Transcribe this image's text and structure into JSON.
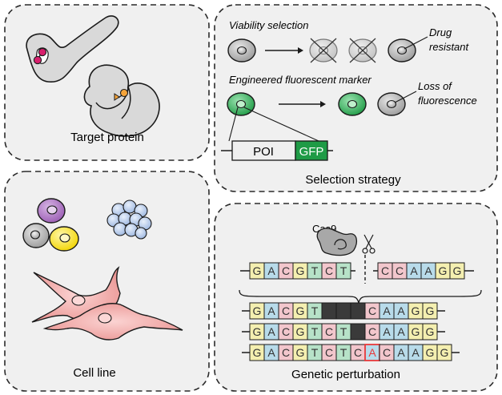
{
  "panels": {
    "target": {
      "caption": "Target protein"
    },
    "selection": {
      "caption": "Selection strategy",
      "viability_label": "Viability selection",
      "drug_resistant_label_1": "Drug",
      "drug_resistant_label_2": "resistant",
      "fluor_label": "Engineered fluorescent marker",
      "loss_label_1": "Loss of",
      "loss_label_2": "fluorescence",
      "construct_poi": "POI",
      "construct_gfp": "GFP"
    },
    "cellline": {
      "caption": "Cell line"
    },
    "genetic": {
      "caption": "Genetic perturbation",
      "cas9_label": "Cas9",
      "ref_left": [
        "G",
        "A",
        "C",
        "G",
        "T",
        "C",
        "T"
      ],
      "ref_right": [
        "C",
        "C",
        "A",
        "A",
        "G",
        "G"
      ],
      "edit1": [
        "G",
        "A",
        "C",
        "G",
        "T",
        "-",
        "-",
        "-",
        "C",
        "A",
        "A",
        "G",
        "G"
      ],
      "edit2": [
        "G",
        "A",
        "C",
        "G",
        "T",
        "C",
        "T",
        "-",
        "C",
        "A",
        "A",
        "G",
        "G"
      ],
      "edit3": [
        "G",
        "A",
        "C",
        "G",
        "T",
        "C",
        "T",
        "C",
        "A",
        "C",
        "A",
        "A",
        "G",
        "G"
      ]
    }
  },
  "colors": {
    "A": "#b8dbea",
    "C": "#f2c6cc",
    "G": "#f4efb0",
    "T": "#b7e2c8",
    "gap": "#3a3a3a",
    "insert_border": "#e8393a",
    "gfp": "#1f9b46",
    "panel_bg": "#f0f0f0",
    "cell_gray": "#bdbdbd",
    "cell_green": "#2eb35a",
    "cell_purple": "#a873be",
    "cell_yellow": "#f6e11f",
    "cell_blue": "#b2c8ea",
    "fibroblast": "#f1a9a7",
    "ligand_magenta": "#d81f6d",
    "ligand_orange": "#f5a43a"
  }
}
